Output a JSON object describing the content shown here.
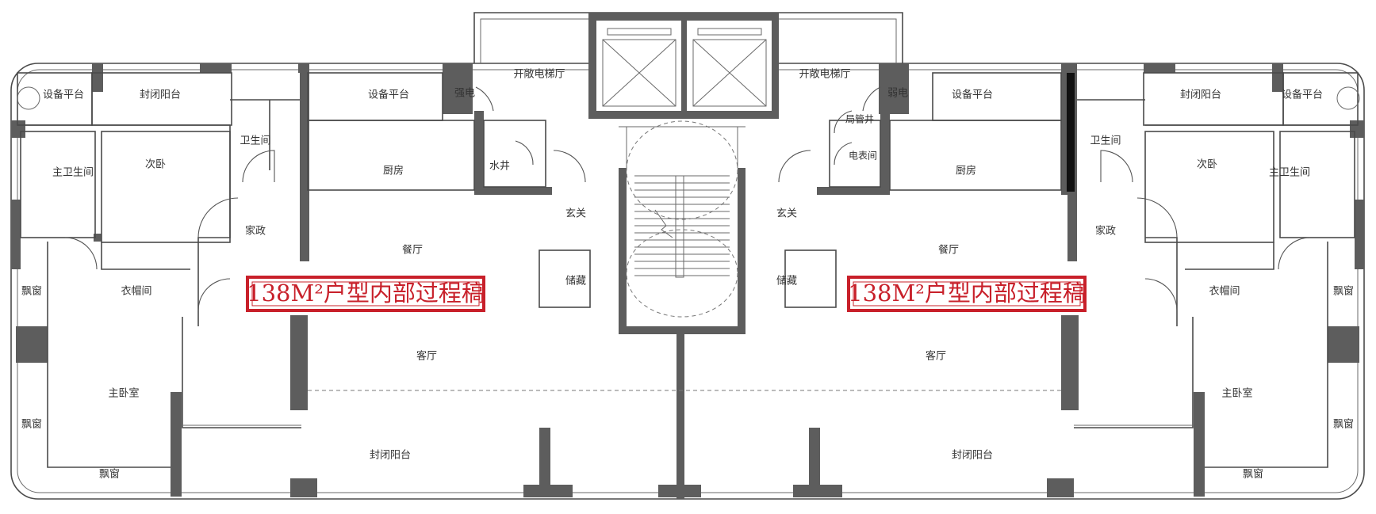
{
  "colors": {
    "wall": "#5d5d5d",
    "line": "#4a4a4a",
    "stamp": "#c8202a",
    "background": "#ffffff"
  },
  "stamp_text": "138M²户型内部过程稿",
  "left_unit": {
    "equipment_platform_corner": "设备平台",
    "enclosed_balcony_top": "封闭阳台",
    "equipment_platform_mid": "设备平台",
    "strong_electric": "强电",
    "elevator_hall": "开敞电梯厅",
    "water_well": "水井",
    "bathroom": "卫生间",
    "master_bathroom": "主卫生间",
    "second_bedroom": "次卧",
    "kitchen": "厨房",
    "foyer": "玄关",
    "housekeeping": "家政",
    "dining": "餐厅",
    "storage": "储藏",
    "cloakroom": "衣帽间",
    "bay_window_1": "飘窗",
    "living": "客厅",
    "master_bedroom": "主卧室",
    "bay_window_2": "飘窗",
    "enclosed_balcony_bottom": "封闭阳台",
    "bay_window_3": "飘窗"
  },
  "right_unit": {
    "elevator_hall": "开敞电梯厅",
    "weak_electric": "弱电",
    "equipment_platform_mid": "设备平台",
    "enclosed_balcony_top": "封闭阳台",
    "equipment_platform_corner": "设备平台",
    "pipe_well": "局管井",
    "meter_room": "电表间",
    "kitchen": "厨房",
    "bathroom": "卫生间",
    "second_bedroom": "次卧",
    "master_bathroom": "主卫生间",
    "foyer": "玄关",
    "housekeeping": "家政",
    "dining": "餐厅",
    "storage": "储藏",
    "cloakroom": "衣帽间",
    "bay_window_1": "飘窗",
    "living": "客厅",
    "master_bedroom": "主卧室",
    "bay_window_2": "飘窗",
    "enclosed_balcony_bottom": "封闭阳台",
    "bay_window_3": "飘窗"
  }
}
